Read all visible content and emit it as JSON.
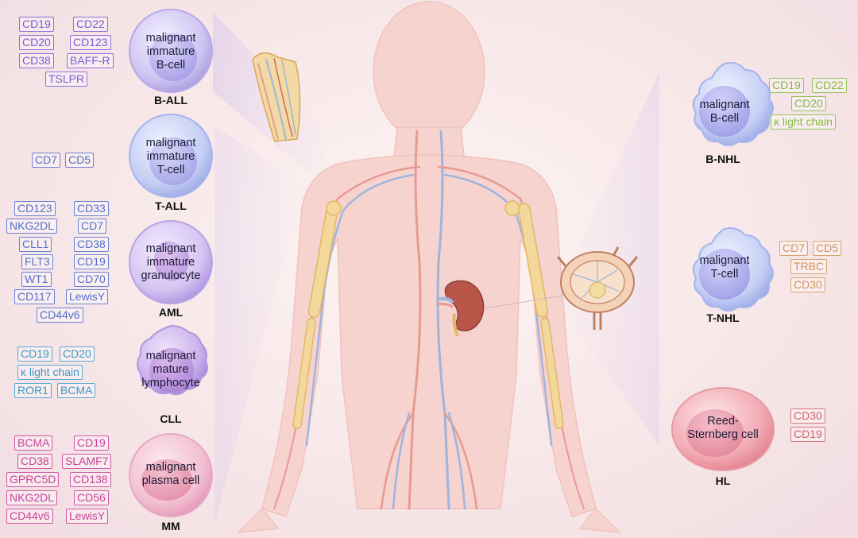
{
  "left_panels": [
    {
      "id": "b-all",
      "disease": "B-ALL",
      "cell_lines": [
        "malignant",
        "immature",
        "B-cell"
      ],
      "color": "#8f6fe0",
      "markers": [
        "CD19",
        "CD22",
        "CD20",
        "CD123",
        "CD38",
        "BAFF-R",
        "TSLPR"
      ]
    },
    {
      "id": "t-all",
      "disease": "T-ALL",
      "cell_lines": [
        "malignant",
        "immature",
        "T-cell"
      ],
      "color": "#6a83d6",
      "markers": [
        "CD7",
        "CD5"
      ]
    },
    {
      "id": "aml",
      "disease": "AML",
      "cell_lines": [
        "malignant",
        "immature",
        "granulocyte"
      ],
      "color": "#6a83d6",
      "markers": [
        "CD123",
        "CD33",
        "NKG2DL",
        "CD7",
        "CLL1",
        "CD38",
        "FLT3",
        "CD19",
        "WT1",
        "CD70",
        "CD117",
        "LewisY",
        "CD44v6"
      ]
    },
    {
      "id": "cll",
      "disease": "CLL",
      "cell_lines": [
        "malignant",
        "mature",
        "lymphocyte"
      ],
      "color": "#59a9d3",
      "markers": [
        "CD19",
        "CD20",
        "κ light chain",
        "ROR1",
        "BCMA"
      ]
    },
    {
      "id": "mm",
      "disease": "MM",
      "cell_lines": [
        "malignant",
        "plasma cell"
      ],
      "color": "#d25aa8",
      "markers": [
        "BCMA",
        "CD19",
        "CD38",
        "SLAMF7",
        "GPRC5D",
        "CD138",
        "NKG2DL",
        "CD56",
        "CD44v6",
        "LewisY"
      ]
    }
  ],
  "right_panels": [
    {
      "id": "b-nhl",
      "disease": "B-NHL",
      "cell_lines": [
        "malignant",
        "B-cell"
      ],
      "color": "#94c35a",
      "markers": [
        "CD19",
        "CD22",
        "CD20",
        "κ light chain"
      ]
    },
    {
      "id": "t-nhl",
      "disease": "T-NHL",
      "cell_lines": [
        "malignant",
        "T-cell"
      ],
      "color": "#d9a46e",
      "markers": [
        "CD7",
        "CD5",
        "TRBC",
        "CD30"
      ]
    },
    {
      "id": "hl",
      "disease": "HL",
      "cell_lines": [
        "Reed-",
        "Sternberg cell"
      ],
      "color": "#d97777",
      "markers": [
        "CD30",
        "CD19"
      ]
    }
  ]
}
